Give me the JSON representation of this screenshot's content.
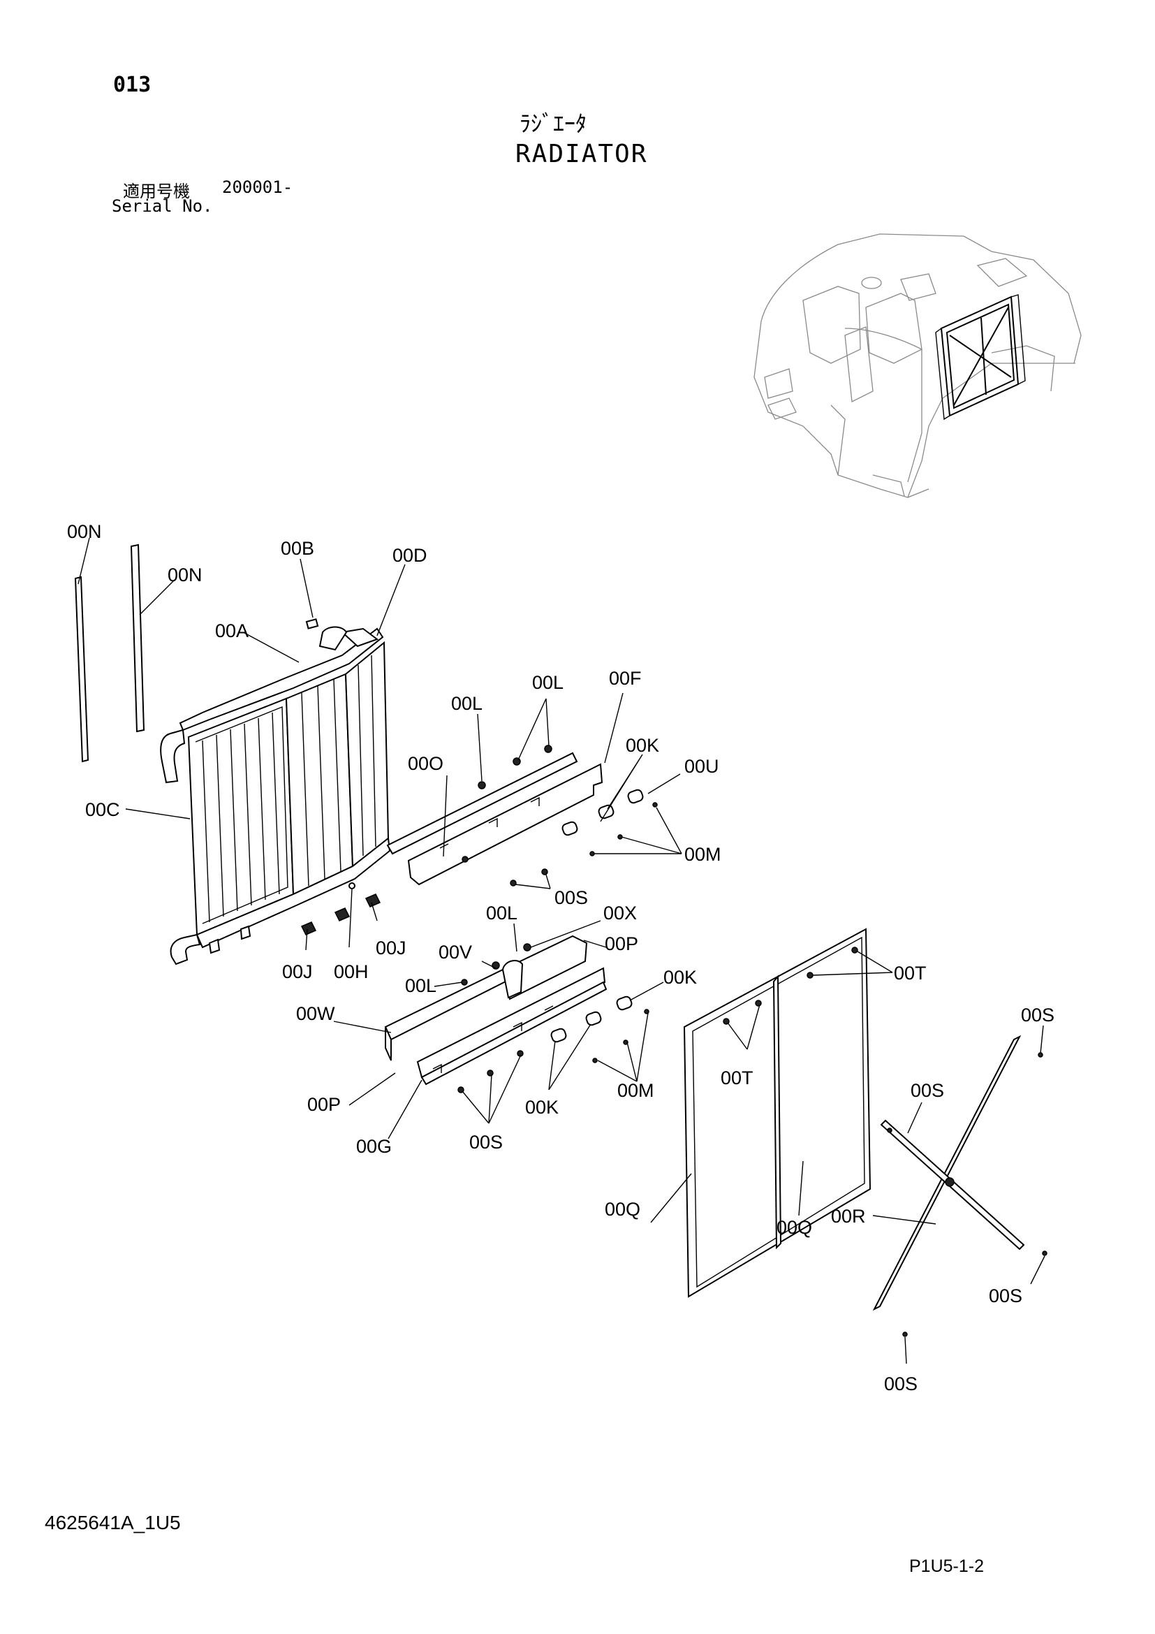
{
  "header": {
    "page_number": "013",
    "title_jp": "ﾗｼﾞｴｰﾀ",
    "title_en": "RADIATOR",
    "serial_label_jp": "適用号機",
    "serial_range": "200001-",
    "serial_label_en": "Serial No."
  },
  "callouts": {
    "n1": "00N",
    "n2": "00N",
    "b": "00B",
    "d": "00D",
    "a": "00A",
    "c": "00C",
    "j1": "00J",
    "j2": "00J",
    "h": "00H",
    "l1": "00L",
    "l2": "00L",
    "f": "00F",
    "o": "00O",
    "k1": "00K",
    "u": "00U",
    "m1": "00M",
    "s1": "00S",
    "l3": "00L",
    "x": "00X",
    "v": "00V",
    "p1": "00P",
    "l4": "00L",
    "k2": "00K",
    "w": "00W",
    "p2": "00P",
    "m2": "00M",
    "k3": "00K",
    "g": "00G",
    "s2": "00S",
    "t1": "00T",
    "t2": "00T",
    "q1": "00Q",
    "q2": "00Q",
    "s3": "00S",
    "s4": "00S",
    "r": "00R",
    "s5": "00S",
    "s6": "00S"
  },
  "footer": {
    "doc_id": "4625641A_1U5",
    "page_ref": "P1U5-1-2"
  }
}
